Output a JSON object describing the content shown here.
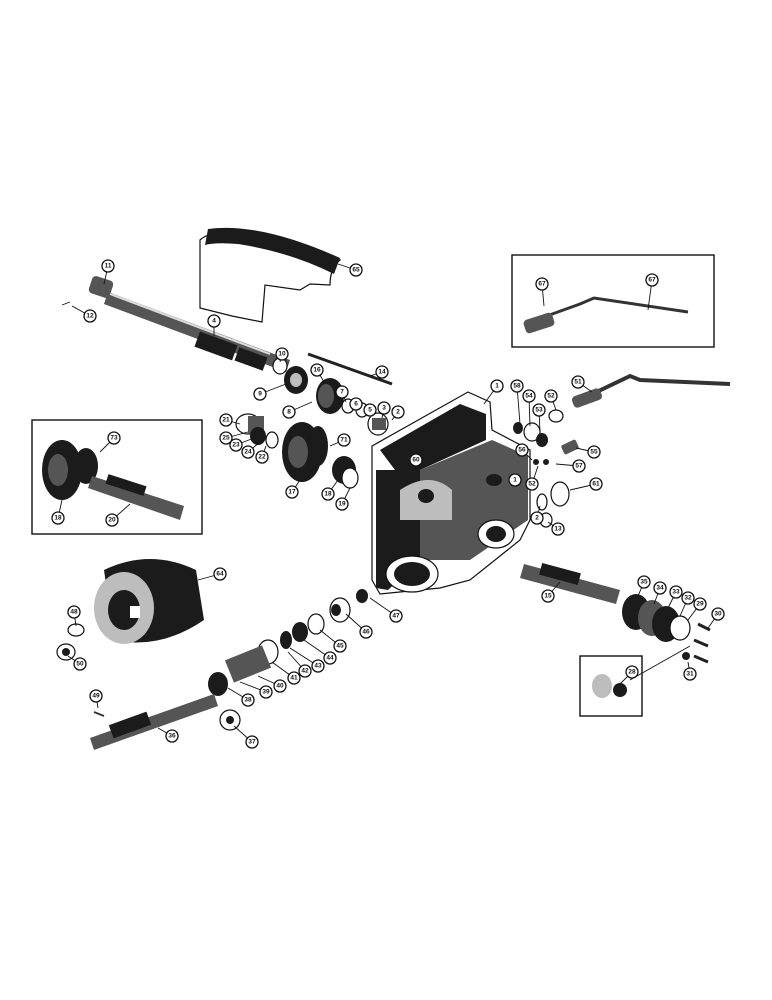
{
  "diagram": {
    "callouts": [
      {
        "id": "c11",
        "label": "11"
      },
      {
        "id": "c12",
        "label": "12"
      },
      {
        "id": "c4",
        "label": "4"
      },
      {
        "id": "c65",
        "label": "65"
      },
      {
        "id": "c10",
        "label": "10"
      },
      {
        "id": "c9",
        "label": "9"
      },
      {
        "id": "c14",
        "label": "14"
      },
      {
        "id": "c16",
        "label": "16"
      },
      {
        "id": "c8",
        "label": "8"
      },
      {
        "id": "c7",
        "label": "7"
      },
      {
        "id": "c6",
        "label": "6"
      },
      {
        "id": "c5",
        "label": "5"
      },
      {
        "id": "c3",
        "label": "3"
      },
      {
        "id": "c2",
        "label": "2"
      },
      {
        "id": "c1",
        "label": "1"
      },
      {
        "id": "c67",
        "label": "67"
      },
      {
        "id": "c67b",
        "label": "67"
      },
      {
        "id": "c51",
        "label": "51"
      },
      {
        "id": "c58",
        "label": "58"
      },
      {
        "id": "c54",
        "label": "54"
      },
      {
        "id": "c53",
        "label": "53"
      },
      {
        "id": "c52",
        "label": "52"
      },
      {
        "id": "c56",
        "label": "56"
      },
      {
        "id": "c55",
        "label": "55"
      },
      {
        "id": "c57",
        "label": "57"
      },
      {
        "id": "c52b",
        "label": "52"
      },
      {
        "id": "c61",
        "label": "61"
      },
      {
        "id": "c13",
        "label": "13"
      },
      {
        "id": "c1b",
        "label": "1"
      },
      {
        "id": "c2b",
        "label": "2"
      },
      {
        "id": "c21",
        "label": "21"
      },
      {
        "id": "c23",
        "label": "23"
      },
      {
        "id": "c22",
        "label": "22"
      },
      {
        "id": "c24",
        "label": "24"
      },
      {
        "id": "c25",
        "label": "25"
      },
      {
        "id": "c17",
        "label": "17"
      },
      {
        "id": "c71",
        "label": "71"
      },
      {
        "id": "c18",
        "label": "18"
      },
      {
        "id": "c19",
        "label": "19"
      },
      {
        "id": "c60",
        "label": "60"
      },
      {
        "id": "c73",
        "label": "73"
      },
      {
        "id": "c18b",
        "label": "18"
      },
      {
        "id": "c20",
        "label": "20"
      },
      {
        "id": "c64",
        "label": "64"
      },
      {
        "id": "c48",
        "label": "48"
      },
      {
        "id": "c50",
        "label": "50"
      },
      {
        "id": "c47",
        "label": "47"
      },
      {
        "id": "c46",
        "label": "46"
      },
      {
        "id": "c45",
        "label": "45"
      },
      {
        "id": "c44",
        "label": "44"
      },
      {
        "id": "c43",
        "label": "43"
      },
      {
        "id": "c42",
        "label": "42"
      },
      {
        "id": "c41",
        "label": "41"
      },
      {
        "id": "c40",
        "label": "40"
      },
      {
        "id": "c39",
        "label": "39"
      },
      {
        "id": "c38",
        "label": "38"
      },
      {
        "id": "c37",
        "label": "37"
      },
      {
        "id": "c36",
        "label": "36"
      },
      {
        "id": "c49",
        "label": "49"
      },
      {
        "id": "c15",
        "label": "15"
      },
      {
        "id": "c35",
        "label": "35"
      },
      {
        "id": "c34",
        "label": "34"
      },
      {
        "id": "c33",
        "label": "33"
      },
      {
        "id": "c32",
        "label": "32"
      },
      {
        "id": "c29",
        "label": "29"
      },
      {
        "id": "c30",
        "label": "30"
      },
      {
        "id": "c31",
        "label": "31"
      },
      {
        "id": "c28",
        "label": "28"
      }
    ]
  }
}
